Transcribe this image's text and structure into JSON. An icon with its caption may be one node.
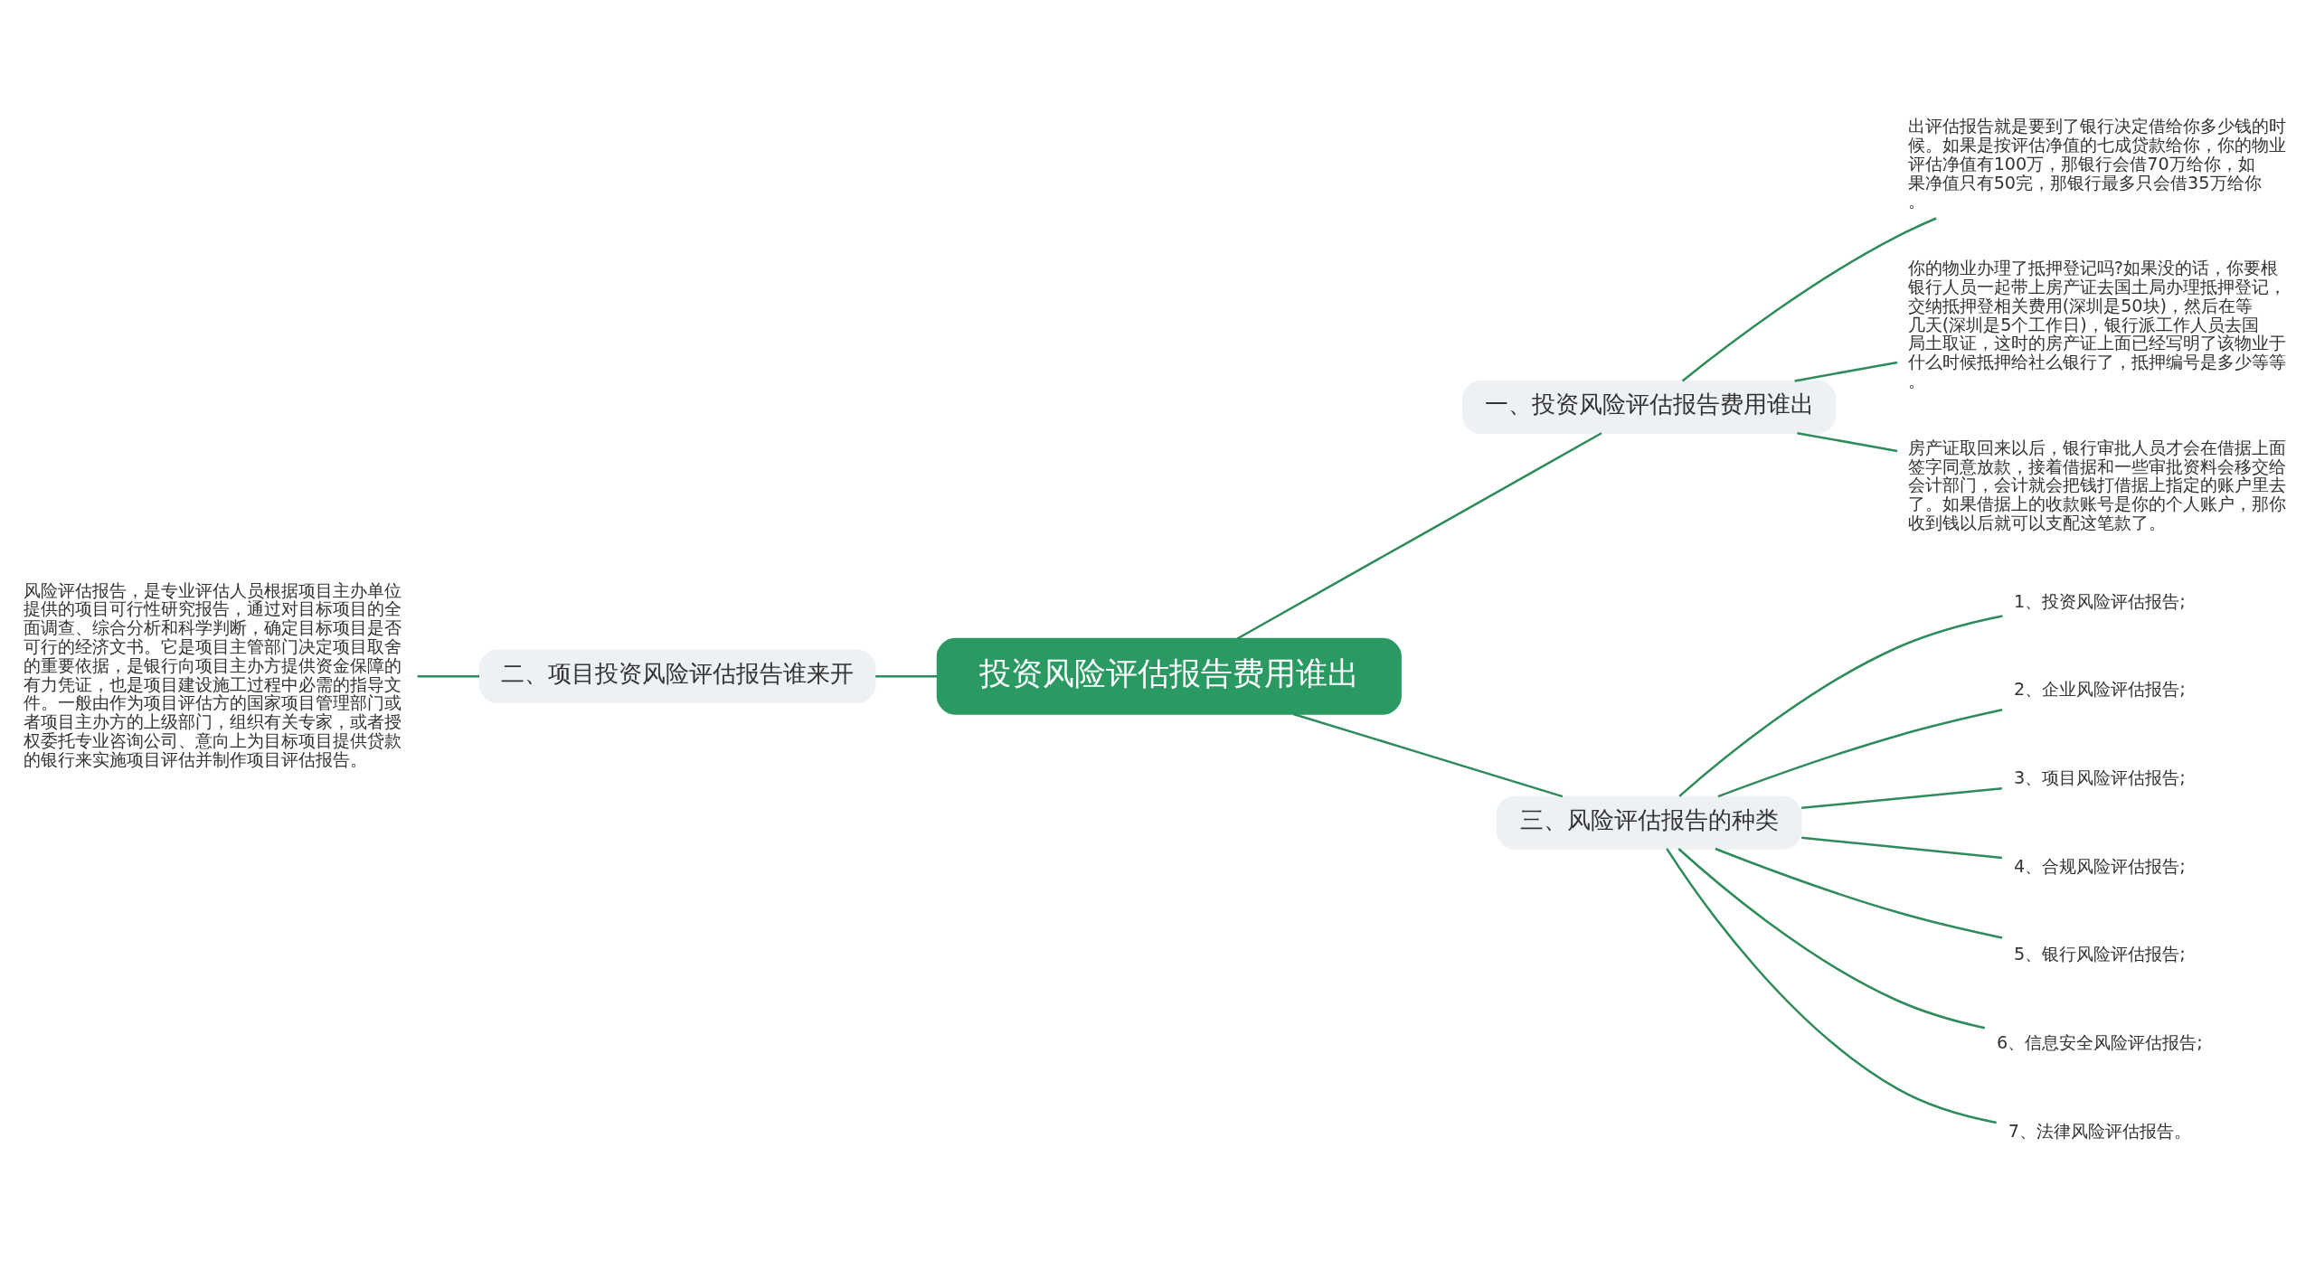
{
  "diagram": {
    "nodes": [
      {
        "text": [
          "投资风险评估报告费用谁出"
        ]
      },
      {
        "text": [
          "一、投资风险评估报告费用谁出"
        ]
      },
      {
        "text": [
          "出评估报告就是要到了银行决定借给你多少钱的时候。如果是按评估净值的七成贷款给你，你的物业评估净值有100万，那银行会借70万给你，如果净值只有50完，那银行最多只会借35万给你。"
        ]
      },
      {
        "text": [
          "你的物业办理了抵押登记吗?如果没的话，你要根银行人员一起带上房产证去国土局办理抵押登记，交纳抵押登相关费用(深圳是50块)，然后在等几天(深圳是5个工作日)，银行派工作人员去国局土取证，这时的房产证上面已经写明了该物业于什么时候抵押给社么银行了，抵押编号是多少等等。"
        ]
      },
      {
        "text": [
          "房产证取回来以后，银行审批人员才会在借据上面签字同意放款，接着借据和一些审批资料会移交给会计部门，会计就会把钱打借据上指定的账户里去了。如果借据上的收款账号是你的个人账户，那你收到钱以后就可以支配这笔款了。"
        ]
      },
      {
        "text": [
          "二、项目投资风险评估报告谁来开"
        ]
      },
      {
        "text": [
          "风险评估报告，是专业评估人员根据项目主办单位提供的项目可行性研究报告，通过对目标项目的全面调查、综合分析和科学判断，确定目标项目是否可行的经济文书。它是项目主管部门决定项目取舍的重要依据，是银行向项目主办方提供资金保障的有力凭证，也是项目建设施工过程中必需的指导文件。一般由作为项目评估方的国家项目管理部门或者项目主办方的上级部门，组织有关专家，或者授权委托专业咨询公司、意向上为目标项目提供贷款的银行来实施项目评估并制作项目评估报告。"
        ]
      },
      {
        "text": [
          "三、风险评估报告的种类"
        ]
      },
      {
        "text": [
          "1、投资风险评估报告;"
        ]
      },
      {
        "text": [
          "2、企业风险评估报告;"
        ]
      },
      {
        "text": [
          "3、项目风险评估报告;"
        ]
      },
      {
        "text": [
          "4、合规风险评估报告;"
        ]
      },
      {
        "text": [
          "5、银行风险评估报告;"
        ]
      },
      {
        "text": [
          "6、信息安全风险评估报告;"
        ]
      },
      {
        "text": [
          "7、法律风险评估报告。"
        ]
      }
    ],
    "edges": [
      {
        "from": 0,
        "to": 1,
        "arrow": "none"
      },
      {
        "from": 1,
        "to": 2,
        "arrow": "none"
      },
      {
        "from": 1,
        "to": 3,
        "arrow": "none"
      },
      {
        "from": 1,
        "to": 4,
        "arrow": "none"
      },
      {
        "from": 0,
        "to": 5,
        "arrow": "none"
      },
      {
        "from": 5,
        "to": 6,
        "arrow": "none"
      },
      {
        "from": 0,
        "to": 7,
        "arrow": "none"
      },
      {
        "from": 7,
        "to": 8,
        "arrow": "none"
      },
      {
        "from": 7,
        "to": 9,
        "arrow": "none"
      },
      {
        "from": 7,
        "to": 10,
        "arrow": "none"
      },
      {
        "from": 7,
        "to": 11,
        "arrow": "none"
      },
      {
        "from": 7,
        "to": 12,
        "arrow": "none"
      },
      {
        "from": 7,
        "to": 13,
        "arrow": "none"
      },
      {
        "from": 7,
        "to": 14,
        "arrow": "none"
      }
    ]
  }
}
